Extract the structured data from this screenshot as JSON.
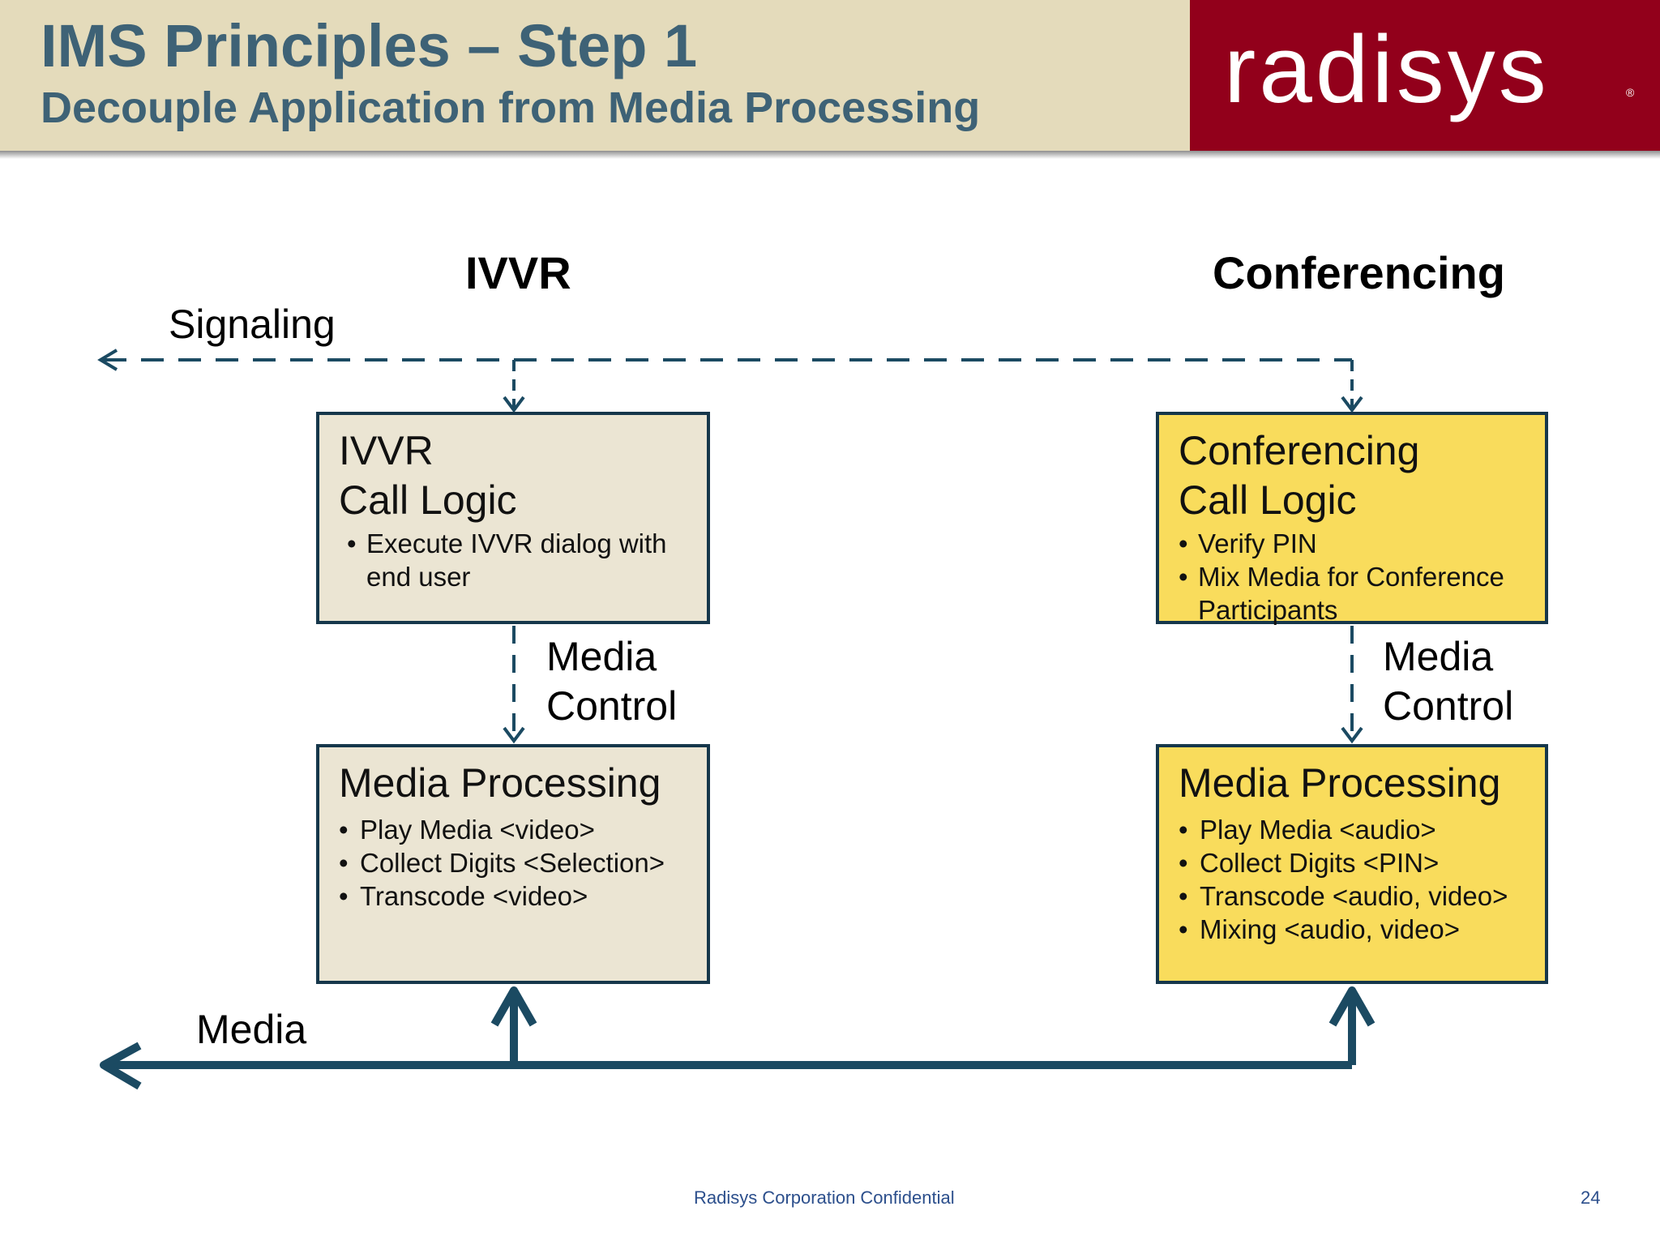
{
  "header": {
    "title": "IMS Principles – Step 1",
    "subtitle": "Decouple Application from Media Processing",
    "logo_text": "radisys",
    "logo_mark": "®"
  },
  "columns": {
    "left_heading": "IVVR",
    "right_heading": "Conferencing"
  },
  "labels": {
    "signaling": "Signaling",
    "media_control_left_1": "Media",
    "media_control_left_2": "Control",
    "media_control_right_1": "Media",
    "media_control_right_2": "Control",
    "media": "Media"
  },
  "ivvr_call_logic": {
    "title_line1": "IVVR",
    "title_line2": "Call Logic",
    "bullets": [
      "Execute IVVR dialog with end user"
    ]
  },
  "conf_call_logic": {
    "title_line1": "Conferencing",
    "title_line2": "Call Logic",
    "bullets": [
      "Verify PIN",
      "Mix Media for Conference Participants"
    ]
  },
  "ivvr_media_processing": {
    "title": "Media Processing",
    "bullets": [
      "Play Media <video>",
      "Collect Digits <Selection>",
      "Transcode <video>"
    ]
  },
  "conf_media_processing": {
    "title": "Media Processing",
    "bullets": [
      "Play Media <audio>",
      "Collect Digits <PIN>",
      "Transcode <audio, video>",
      "Mixing <audio, video>"
    ]
  },
  "footer": {
    "confidential": "Radisys Corporation Confidential",
    "page_number": "24"
  },
  "colors": {
    "header_bg": "#e4dbbb",
    "title_text": "#3e6276",
    "logo_bg": "#92001b",
    "beige_box": "#ebe5d3",
    "yellow_box": "#f9dc5c",
    "connector": "#1b4a62",
    "footer_text": "#2c4f8c"
  }
}
